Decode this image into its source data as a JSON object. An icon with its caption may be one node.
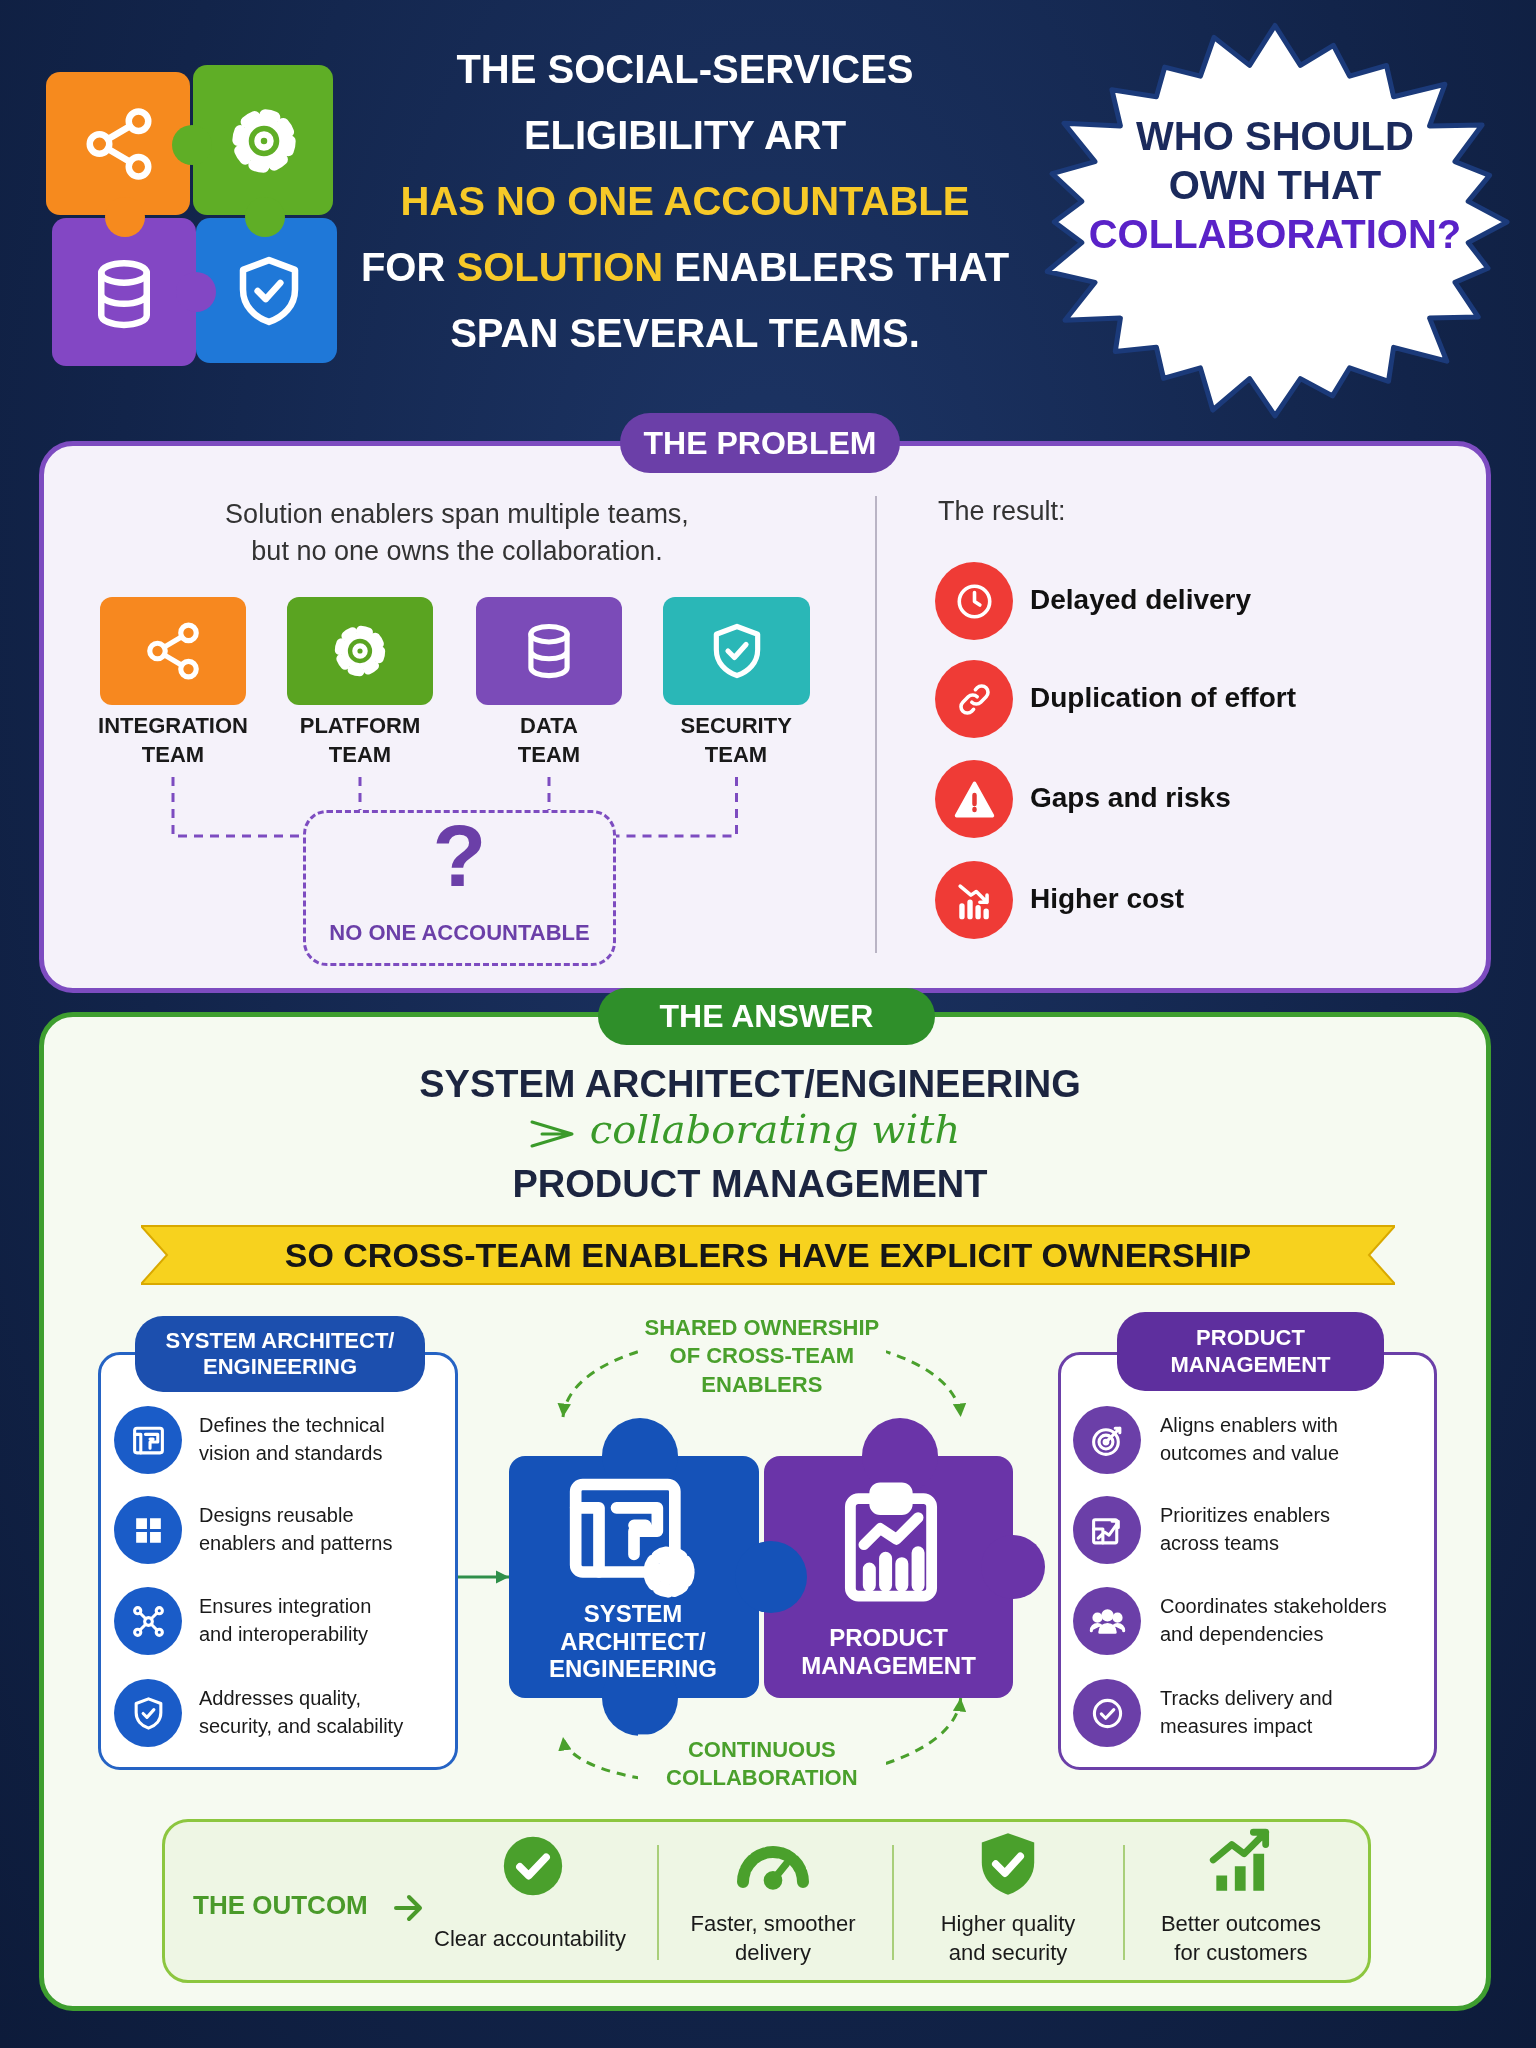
{
  "diagram": {
    "title": "THE SOCIAL-SERVICES ELIGIBILITY ART **HAS NO ONE ACCOUNTABLE** FOR **SOLUTION** ENABLERS THAT SPAN SEVERAL TEAMS.",
    "nodes": [
      {
        "text": [
          "WHO SHOULD OWN THAT **COLLABORATION?**"
        ]
      },
      {
        "text": [
          "THE PROBLEM",
          "Solution enablers span multiple teams, but no one owns the collaboration.",
          "The result:",
          "Delayed delivery",
          "Duplication of effort",
          "Gaps and risks",
          "Higher cost"
        ]
      },
      {
        "text": [
          "INTEGRATION TEAM"
        ],
        "in": 1
      },
      {
        "text": [
          "PLATFORM TEAM"
        ],
        "in": 1
      },
      {
        "text": [
          "DATA TEAM"
        ],
        "in": 1
      },
      {
        "text": [
          "SECURITY TEAM"
        ],
        "in": 1
      },
      {
        "text": [
          "?",
          "NO ONE ACCOUNTABLE"
        ],
        "in": 1
      },
      {
        "text": [
          "THE ANSWER",
          "SYSTEM ARCHITECT/ENGINEERING",
          "collaborating with",
          "PRODUCT MANAGEMENT"
        ]
      },
      {
        "text": [
          "SO CROSS-TEAM ENABLERS HAVE EXPLICIT OWNERSHIP"
        ],
        "in": 7
      },
      {
        "text": [
          "SYSTEM ARCHITECT/ ENGINEERING",
          "Defines the technical vision and standards",
          "Designs reusable enablers and patterns",
          "Ensures integration and interoperability",
          "Addresses quality, security, and scalability"
        ],
        "in": 7
      },
      {
        "text": [
          "SYSTEM ARCHITECT/ ENGINEERING"
        ],
        "in": 7
      },
      {
        "text": [
          "PRODUCT MANAGEMENT"
        ],
        "in": 7
      },
      {
        "text": [
          "PRODUCT MANAGEMENT",
          "Aligns enablers with outcomes and value",
          "Prioritizes enablers across teams",
          "Coordinates stakeholders and dependencies",
          "Tracks delivery and measures impact"
        ],
        "in": 7
      },
      {
        "text": [
          "THE OUTCOM",
          "Clear accountability",
          "Faster, smoother delivery",
          "Higher quality and security",
          "Better outcomes for customers"
        ],
        "in": 7
      }
    ],
    "edges": [
      {
        "from": 2,
        "to": 6,
        "arrow": "none",
        "style": "dashed"
      },
      {
        "from": 3,
        "to": 6,
        "arrow": "none",
        "style": "dashed"
      },
      {
        "from": 4,
        "to": 6,
        "arrow": "none",
        "style": "dashed"
      },
      {
        "from": 5,
        "to": 6,
        "arrow": "none",
        "style": "dashed"
      },
      {
        "from": 9,
        "to": 10,
        "arrow": "to",
        "color": "#2f8f4a"
      },
      {
        "from": 10,
        "to": 11,
        "arrow": "both",
        "label": "SHARED OWNERSHIP OF CROSS-TEAM ENABLERS",
        "style": "dashed",
        "color": "#4aa02c"
      },
      {
        "from": 11,
        "to": 10,
        "arrow": "both",
        "label": "CONTINUOUS COLLABORATION",
        "style": "dashed",
        "color": "#4aa02c"
      }
    ]
  }
}
